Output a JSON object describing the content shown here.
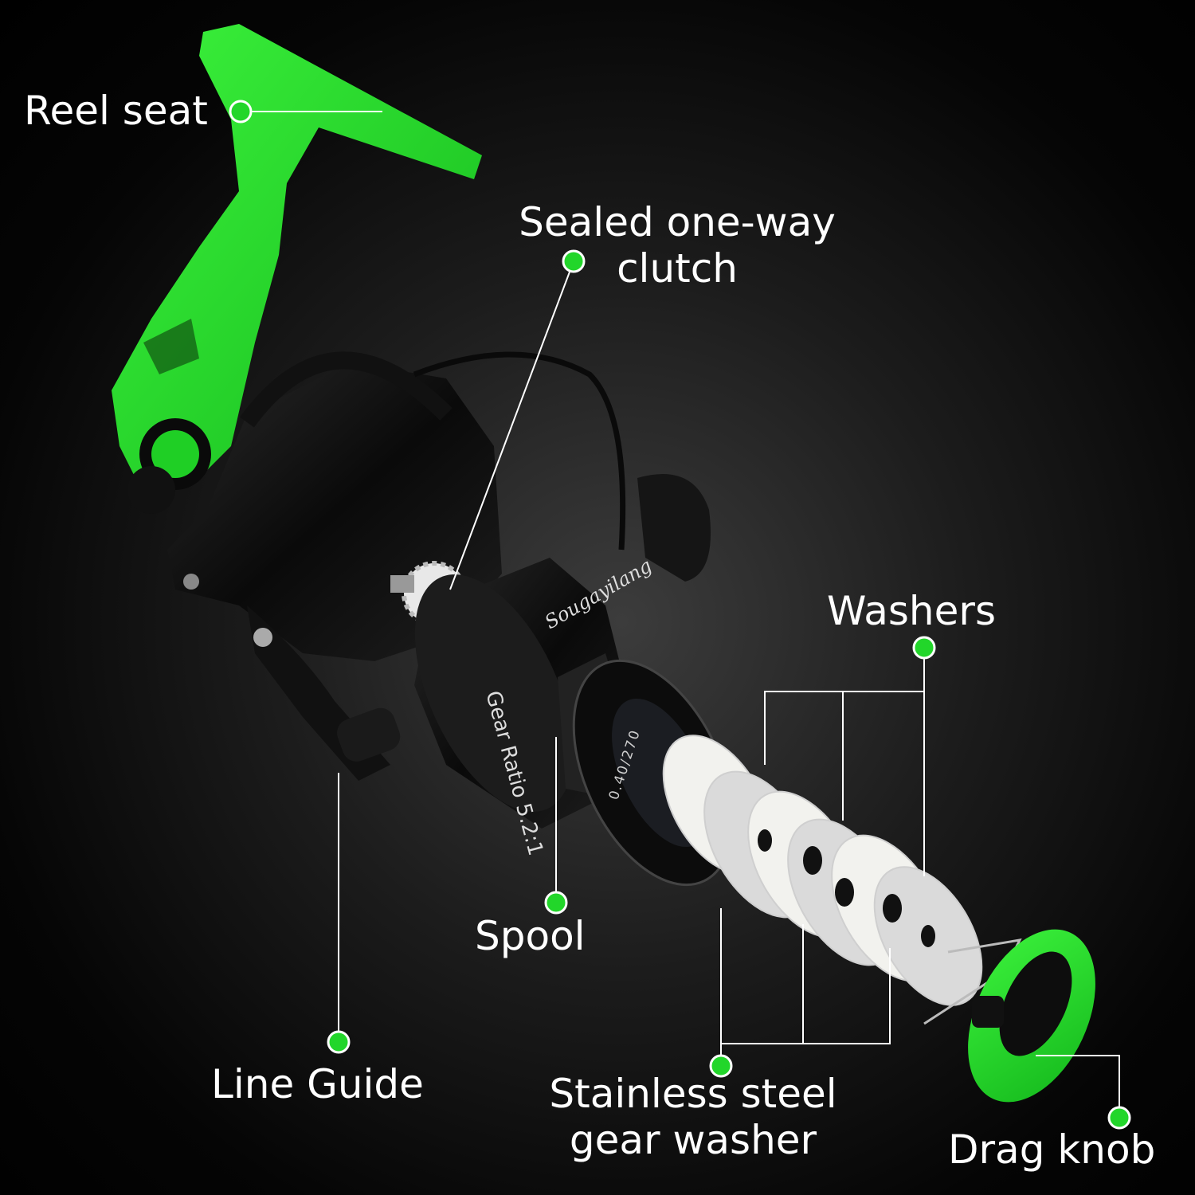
{
  "colors": {
    "accent_green": "#22d62a",
    "background": "#000000",
    "label_text": "#ffffff",
    "leader_line": "#ffffff"
  },
  "labels": {
    "reel_seat": "Reel seat",
    "clutch_line1": "Sealed one-way",
    "clutch_line2": "clutch",
    "washers": "Washers",
    "spool": "Spool",
    "line_guide": "Line Guide",
    "gear_washer_line1": "Stainless steel",
    "gear_washer_line2": "gear washer",
    "drag_knob": "Drag knob"
  },
  "product_markings": {
    "brand": "Sougayilang",
    "gear_ratio": "Gear Ratio 5.2:1",
    "spool_spec": "0.40/270"
  }
}
